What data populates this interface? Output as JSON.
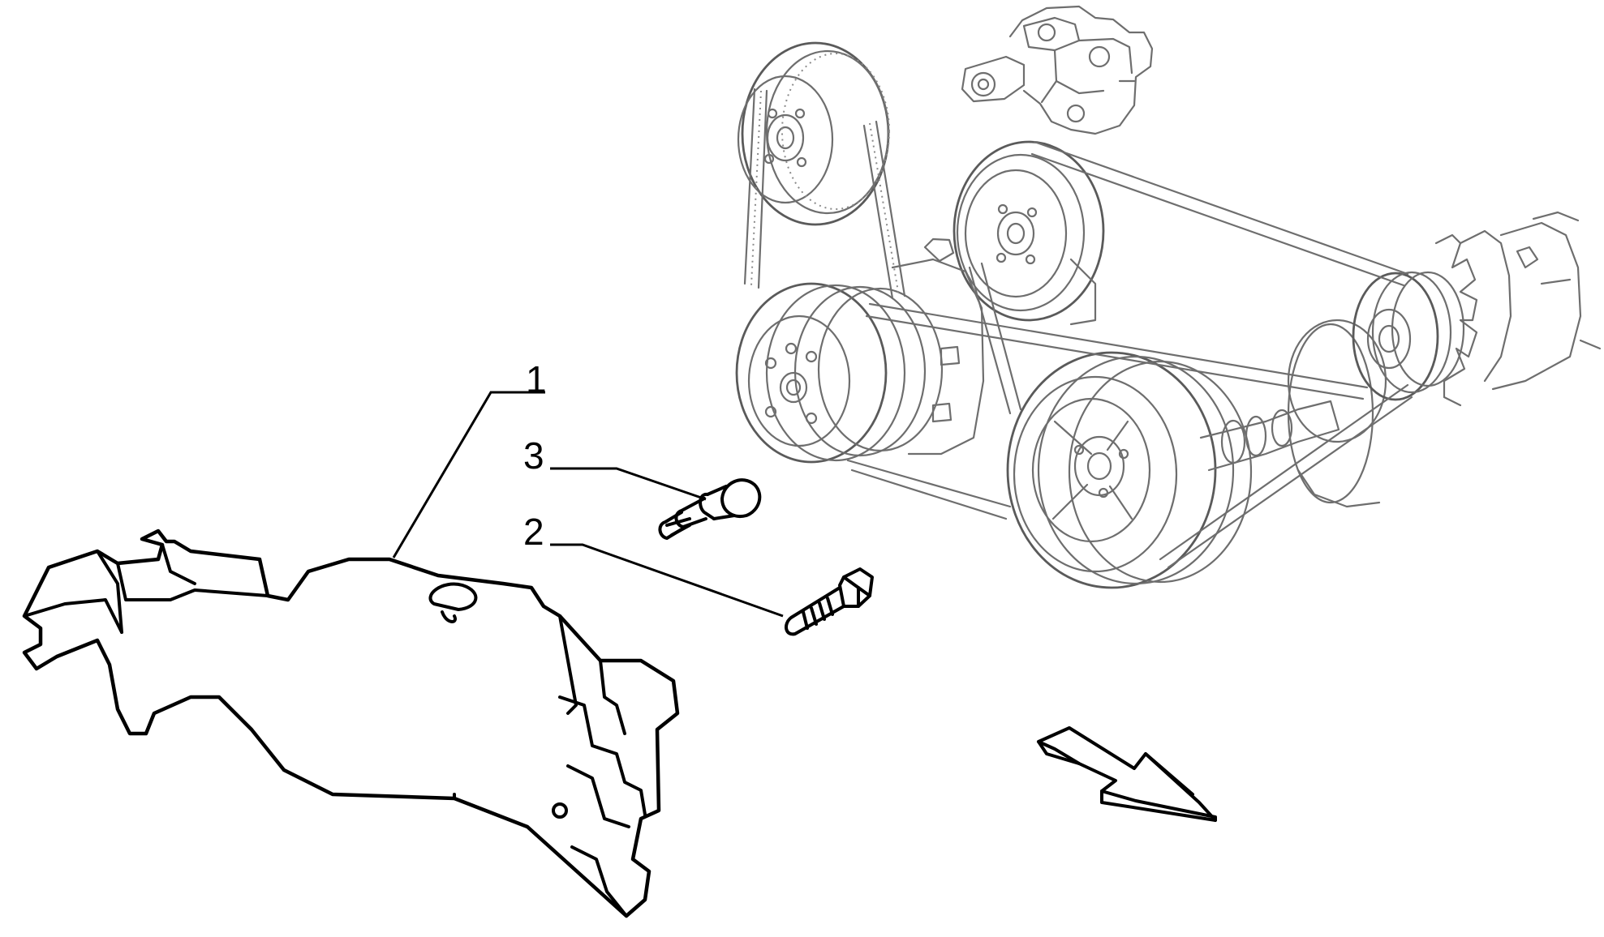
{
  "callouts": [
    {
      "number": "1",
      "part": "belt-guard-cover"
    },
    {
      "number": "2",
      "part": "hex-bolt"
    },
    {
      "number": "3",
      "part": "self-tapping-screw"
    }
  ],
  "icons": {
    "direction": "direction-arrow-icon",
    "assembly": "engine-accessory-drive-icon"
  },
  "colors": {
    "ink": "#000000",
    "reference_line": "#6e6e6e",
    "background": "#ffffff"
  }
}
